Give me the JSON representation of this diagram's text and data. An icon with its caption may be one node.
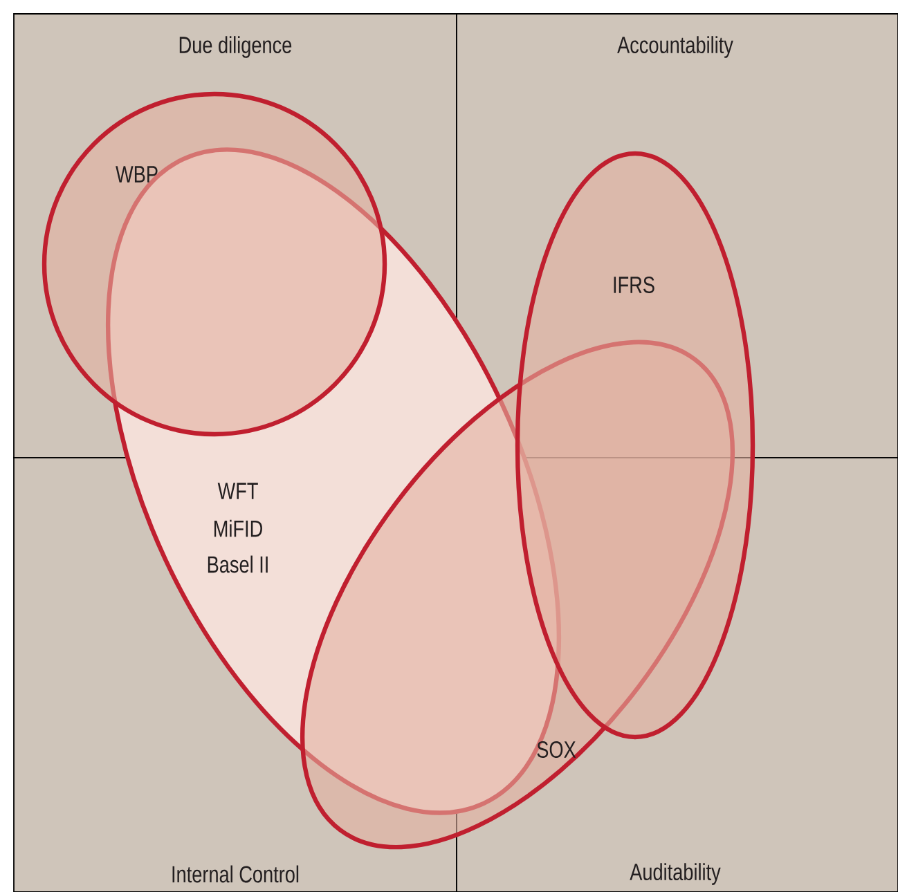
{
  "diagram": {
    "nodes": [
      {
        "text": [
          "WBP"
        ]
      },
      {
        "text": [
          "WFT",
          "MiFID",
          "Basel II"
        ]
      },
      {
        "text": [
          "IFRS"
        ]
      },
      {
        "text": [
          "SOX"
        ]
      }
    ],
    "labels": [
      "Due diligence",
      "Accountability",
      "Internal Control",
      "Auditability"
    ]
  }
}
